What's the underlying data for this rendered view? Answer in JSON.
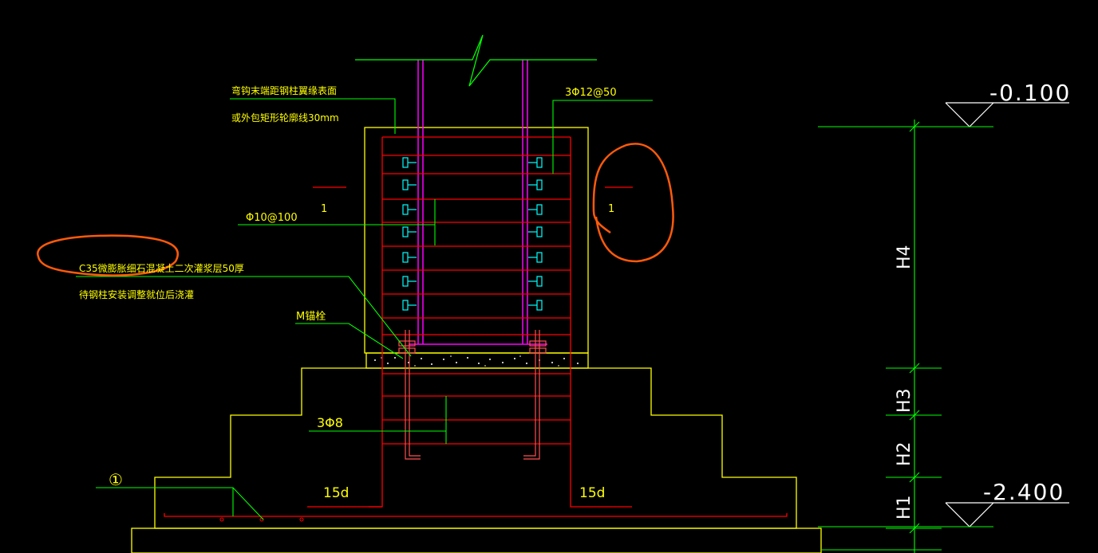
{
  "labels": {
    "hook_note_line1": "弯钩末端距钢柱翼缘表面",
    "hook_note_line2": "或外包矩形轮廓线30mm",
    "top_rebar": "3Φ12@50",
    "stirrup_rebar": "Φ10@100",
    "grout_note_line1": "C35微膨胀细石混凝土二次灌浆层50厚",
    "grout_note_line2": "待钢柱安装调整就位后浇灌",
    "anchor_bolt": "M锚栓",
    "pedestal_rebar": "3Φ8",
    "section_mark_left": "1",
    "section_mark_right": "1",
    "anchor_length_left": "15d",
    "anchor_length_right": "15d",
    "detail_mark": "①",
    "elevation_top": "-0.100",
    "elevation_bottom": "-2.400",
    "dim_h4": "H4",
    "dim_h3": "H3",
    "dim_h2": "H2",
    "dim_h1": "H1"
  },
  "colors": {
    "background": "#000000",
    "outline": "#ffff00",
    "rebar": "#ff0000",
    "leader": "#00ff00",
    "steel_column": "#ff00ff",
    "stud": "#00ffff",
    "text": "#ffff00",
    "elevation": "#ffffff",
    "annotation_mark": "#ff5a0a"
  }
}
